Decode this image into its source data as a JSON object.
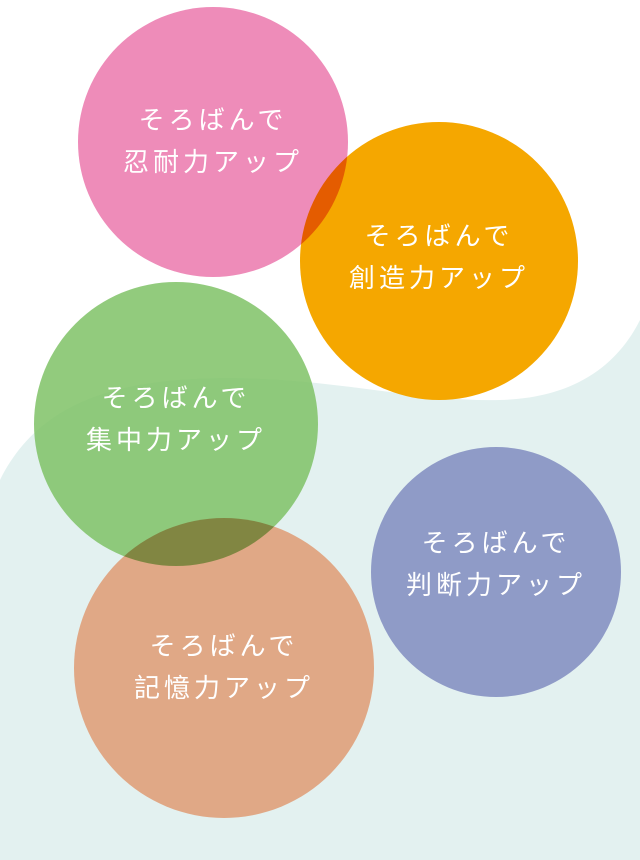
{
  "circles": [
    {
      "id": "pink",
      "line1": "そろばんで",
      "line2": "忍耐力アップ",
      "color": "#ee8cb9"
    },
    {
      "id": "orange",
      "line1": "そろばんで",
      "line2": "創造力アップ",
      "color": "#f5a700"
    },
    {
      "id": "green",
      "line1": "そろばんで",
      "line2": "集中力アップ",
      "color": "#8cc870"
    },
    {
      "id": "peach",
      "line1": "そろばんで",
      "line2": "記憶力アップ",
      "color": "#e0a682"
    },
    {
      "id": "purple",
      "line1": "そろばんで",
      "line2": "判断力アップ",
      "color": "#8f9bc7"
    }
  ],
  "background_color": "#e3f1f0"
}
